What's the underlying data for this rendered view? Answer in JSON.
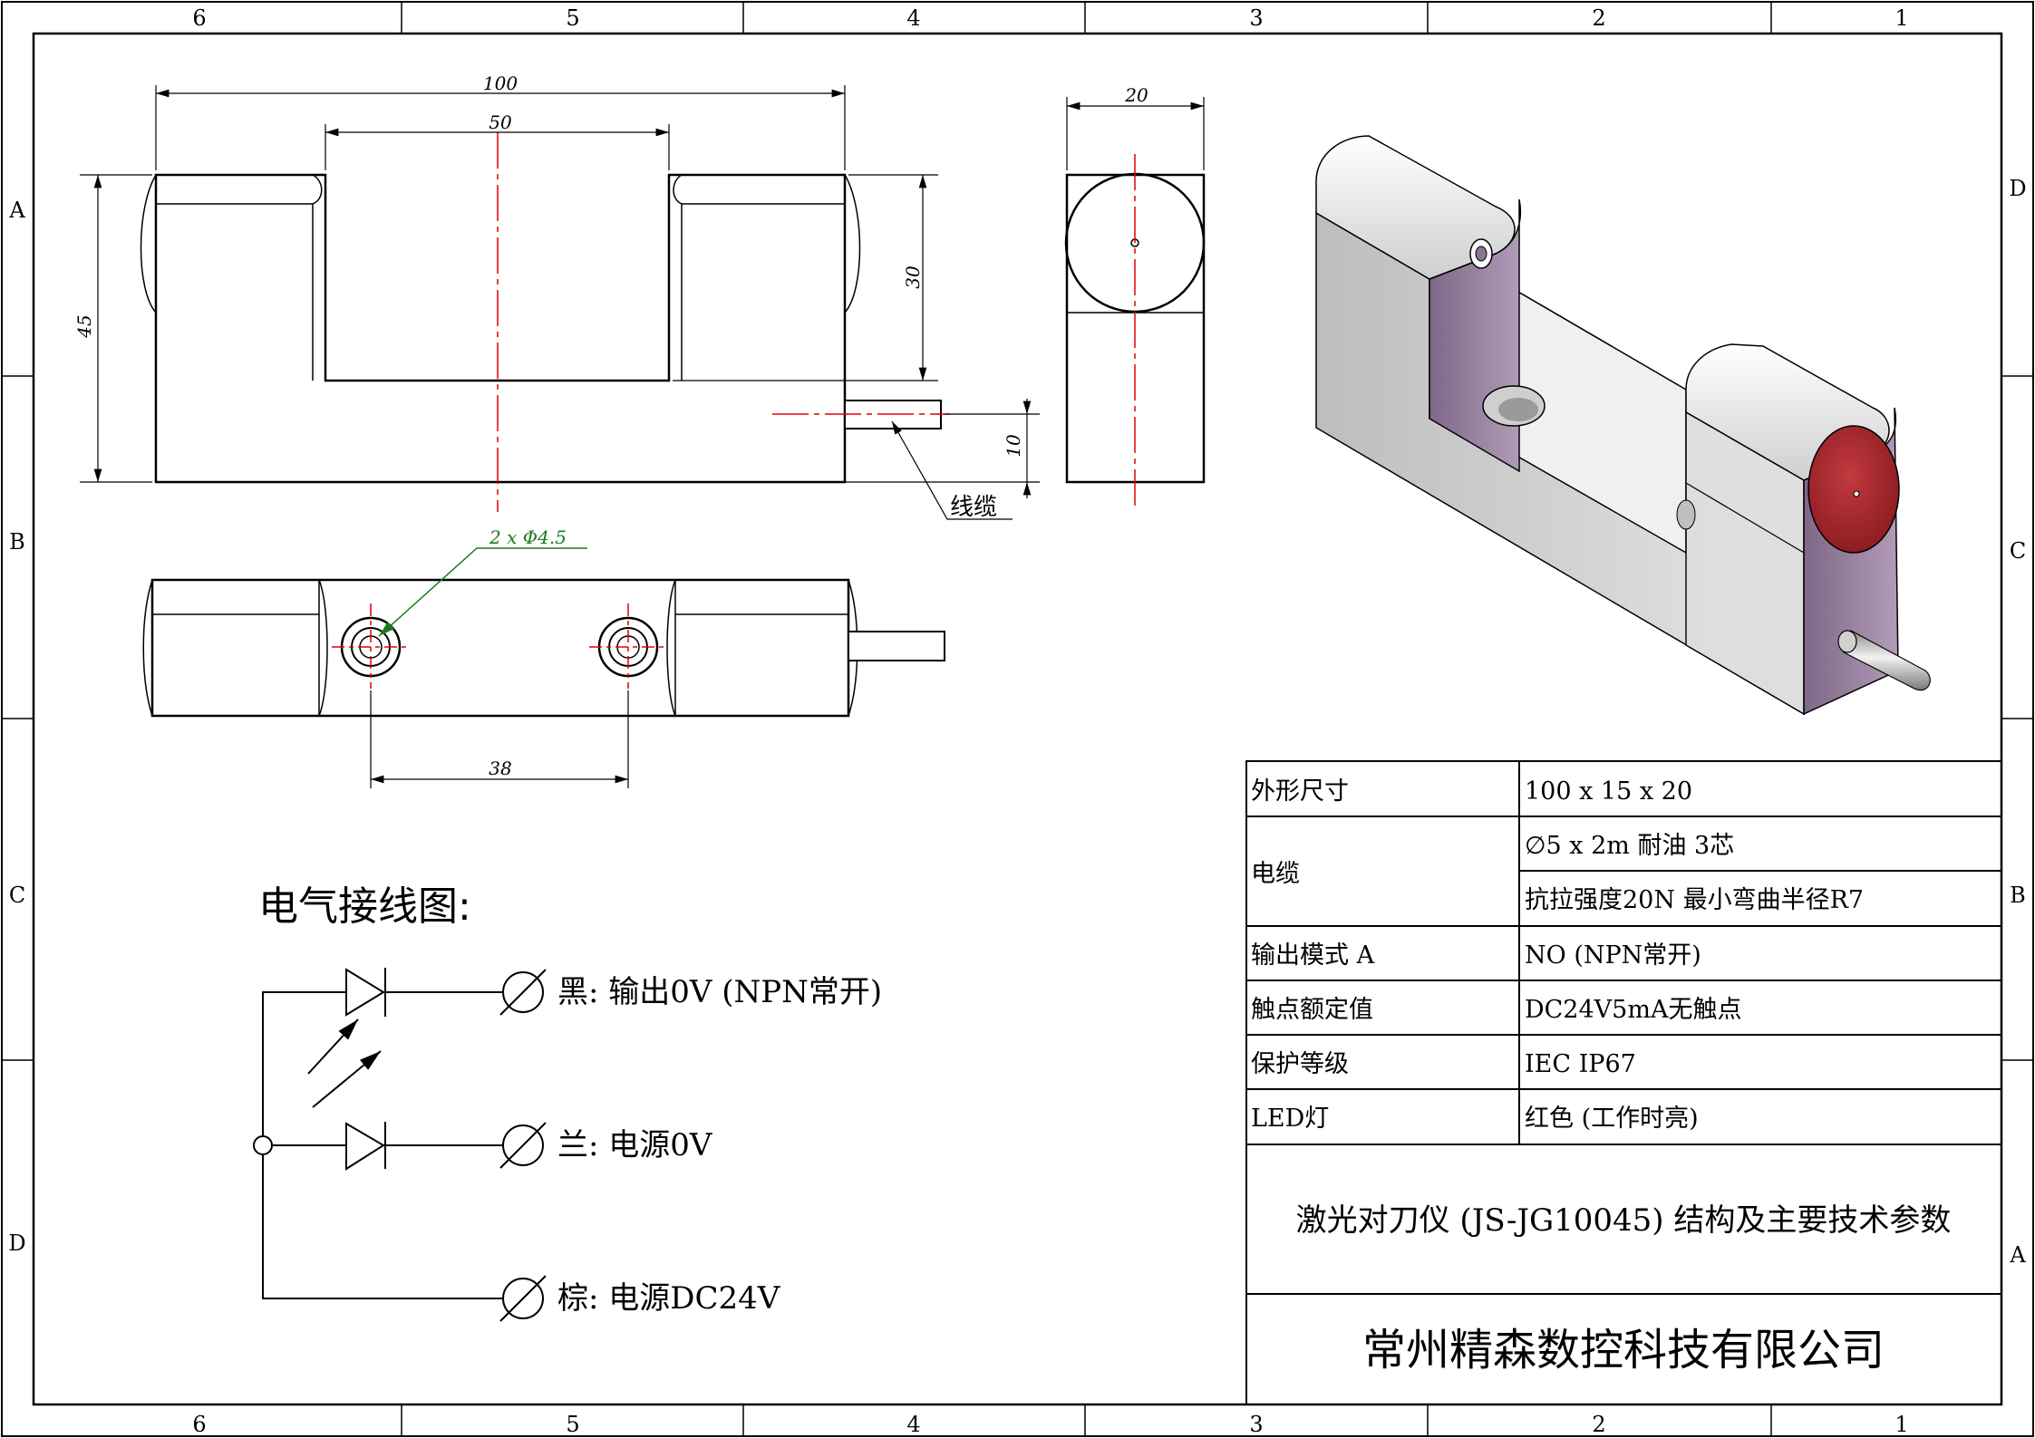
{
  "border": {
    "top_columns": [
      "6",
      "5",
      "4",
      "3",
      "2",
      "1"
    ],
    "bottom_columns": [
      "6",
      "5",
      "4",
      "3",
      "2",
      "1"
    ],
    "left_rows": [
      "A",
      "B",
      "C",
      "D"
    ],
    "right_rows": [
      "D",
      "C",
      "B",
      "A"
    ]
  },
  "dimensions": {
    "overall_length": "100",
    "slot_width": "50",
    "height": "45",
    "slot_depth": "30",
    "cable_offset": "10",
    "side_width": "20",
    "hole_spacing": "38",
    "hole_callout": "2 x Φ4.5",
    "cable_label": "线缆"
  },
  "wiring": {
    "title": "电气接线图:",
    "lines": [
      {
        "text": "黑: 输出0V (NPN常开)"
      },
      {
        "text": "兰: 电源0V"
      },
      {
        "text": "棕: 电源DC24V"
      }
    ]
  },
  "specs": {
    "rows": [
      {
        "label": "外形尺寸",
        "values": [
          "100 x 15 x 20"
        ]
      },
      {
        "label": "电缆",
        "values": [
          "∅5 x 2m 耐油 3芯",
          "抗拉强度20N 最小弯曲半径R7"
        ]
      },
      {
        "label": "输出模式 A",
        "values": [
          "NO (NPN常开)"
        ]
      },
      {
        "label": "触点额定值",
        "values": [
          "DC24V5mA无触点"
        ]
      },
      {
        "label": "保护等级",
        "values": [
          "IEC IP67"
        ]
      },
      {
        "label": "LED灯",
        "values": [
          "红色 (工作时亮)"
        ]
      }
    ],
    "product_title": "激光对刀仪 (JS-JG10045) 结构及主要技术参数",
    "company": "常州精森数控科技有限公司"
  },
  "colors": {
    "lens_red": "#a8262c",
    "body_grey": "#d7d7d7",
    "side_purple": "#8a7391",
    "centerline_red": "#e00000",
    "callout_green": "#1a7a1a"
  }
}
